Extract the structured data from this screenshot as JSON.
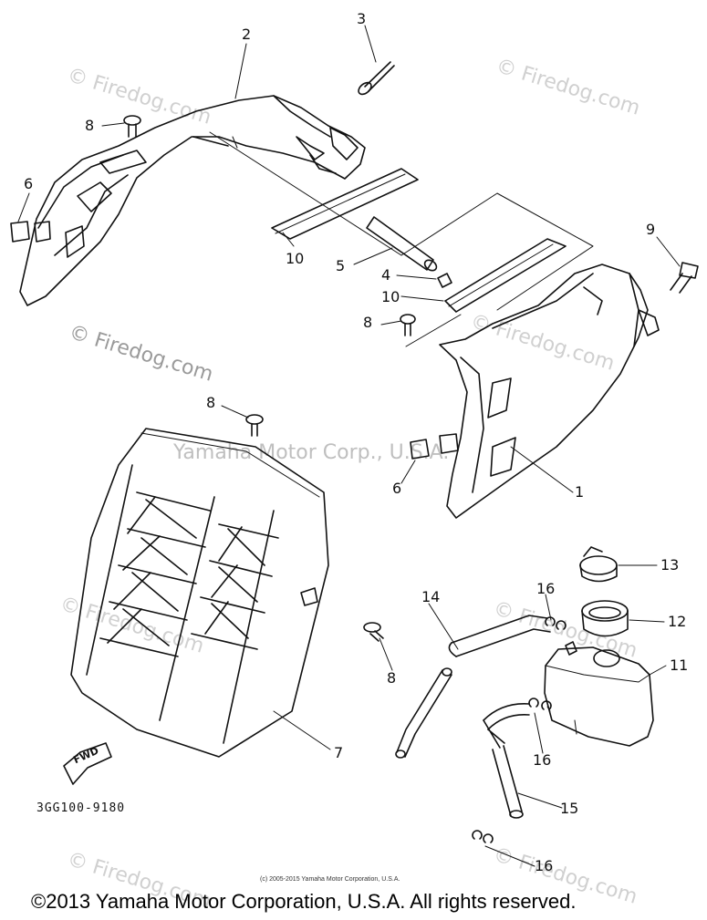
{
  "watermarks": {
    "site": "© Firedog.com",
    "site_plain": "Firedog.com",
    "center": "Yamaha Motor Corp., U.S.A."
  },
  "callouts": {
    "c1": "1",
    "c2": "2",
    "c3": "3",
    "c4": "4",
    "c5": "5",
    "c6a": "6",
    "c6b": "6",
    "c7": "7",
    "c8a": "8",
    "c8b": "8",
    "c8c": "8",
    "c8d": "8",
    "c9": "9",
    "c10a": "10",
    "c10b": "10",
    "c11": "11",
    "c12": "12",
    "c13": "13",
    "c14": "14",
    "c15": "15",
    "c16a": "16",
    "c16b": "16",
    "c16c": "16"
  },
  "fwd_label": "FWD",
  "part_code": "3GG100-9180",
  "small_copyright": "(c) 2005-2015 Yamaha Motor Corporation, U.S.A.",
  "copyright": "©2013 Yamaha Motor Corporation, U.S.A. All rights reserved."
}
